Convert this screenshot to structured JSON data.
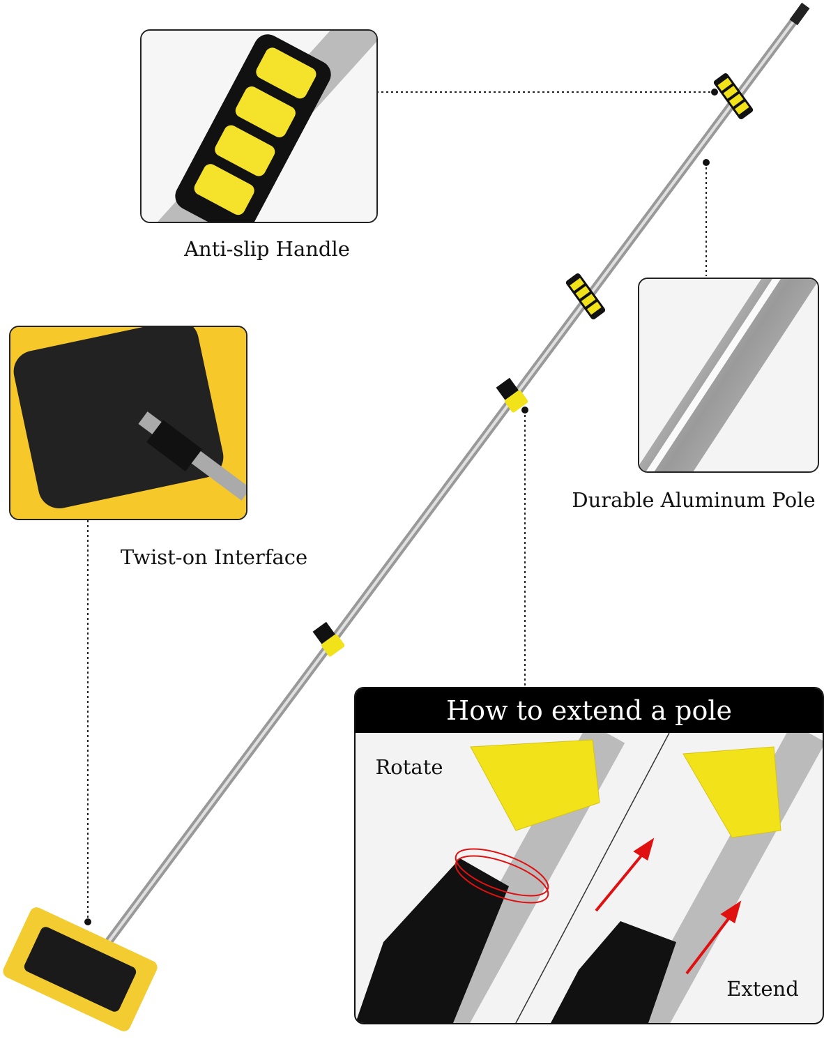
{
  "callouts": {
    "handle": "Anti-slip Handle",
    "pole": "Durable Aluminum Pole",
    "interface": "Twist-on Interface"
  },
  "howto": {
    "title": "How to extend a pole",
    "step1": "Rotate",
    "step2": "Extend"
  },
  "colors": {
    "accent_yellow": "#f2e21a",
    "arrow_red": "#e01010"
  }
}
